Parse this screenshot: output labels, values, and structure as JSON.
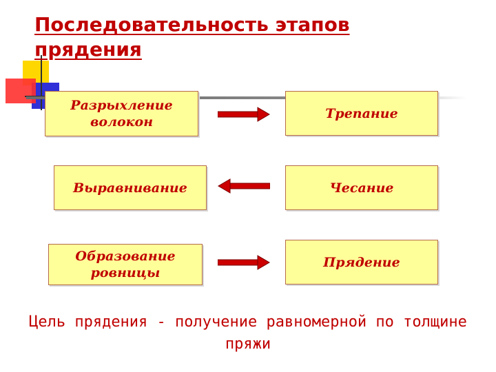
{
  "title": "Последовательность этапов прядения",
  "stages": [
    {
      "label": "Разрыхление волокон"
    },
    {
      "label": "Трепание"
    },
    {
      "label": "Выравнивание"
    },
    {
      "label": "Чесание"
    },
    {
      "label": "Образование ровницы"
    },
    {
      "label": "Прядение"
    }
  ],
  "arrows": [
    {
      "direction": "right"
    },
    {
      "direction": "left"
    },
    {
      "direction": "right"
    }
  ],
  "goal_text": "Цель прядения - получение равномерной по толщине пряжи",
  "colors": {
    "text": "#c00000",
    "box_fill": "#ffff99",
    "box_border": "#b46a4a",
    "arrow": "#cc0000"
  }
}
